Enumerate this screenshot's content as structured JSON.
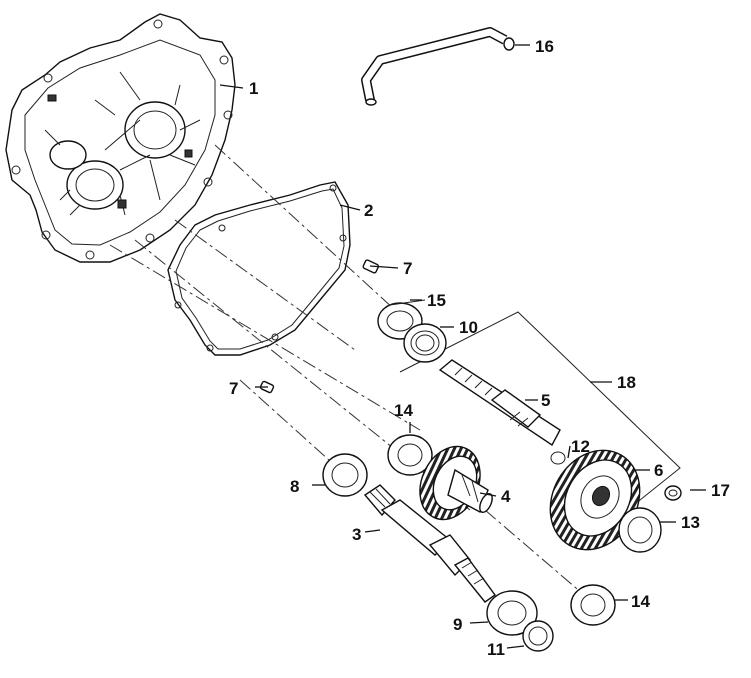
{
  "diagram": {
    "callouts": [
      {
        "id": "c1",
        "text": "1"
      },
      {
        "id": "c2",
        "text": "2"
      },
      {
        "id": "c3",
        "text": "3"
      },
      {
        "id": "c4",
        "text": "4"
      },
      {
        "id": "c5",
        "text": "5"
      },
      {
        "id": "c6",
        "text": "6"
      },
      {
        "id": "c7a",
        "text": "7"
      },
      {
        "id": "c7b",
        "text": "7"
      },
      {
        "id": "c8",
        "text": "8"
      },
      {
        "id": "c9",
        "text": "9"
      },
      {
        "id": "c10",
        "text": "10"
      },
      {
        "id": "c11",
        "text": "11"
      },
      {
        "id": "c12",
        "text": "12"
      },
      {
        "id": "c13",
        "text": "13"
      },
      {
        "id": "c14a",
        "text": "14"
      },
      {
        "id": "c14b",
        "text": "14"
      },
      {
        "id": "c15",
        "text": "15"
      },
      {
        "id": "c16",
        "text": "16"
      },
      {
        "id": "c17",
        "text": "17"
      },
      {
        "id": "c18",
        "text": "18"
      }
    ]
  }
}
